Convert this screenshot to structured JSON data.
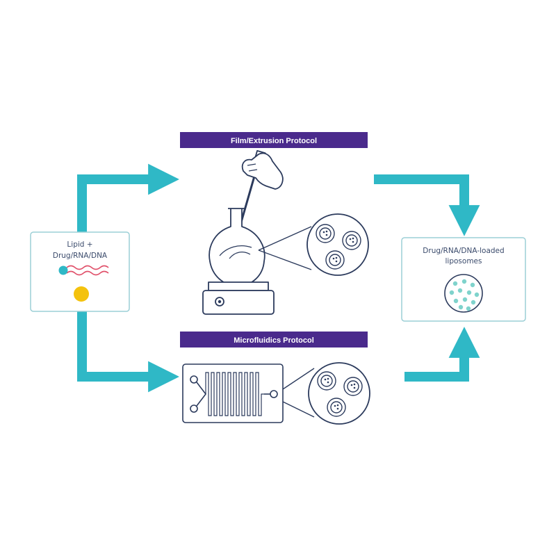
{
  "diagram": {
    "input": {
      "line1": "Lipid +",
      "line2": "Drug/RNA/DNA"
    },
    "protocols": {
      "film": "Film/Extrusion Protocol",
      "microfluidics": "Microfluidics Protocol"
    },
    "output": {
      "line1": "Drug/RNA/DNA-loaded",
      "line2": "liposomes"
    }
  },
  "colors": {
    "arrow": "#2fb8c6",
    "banner": "#4a2a8c",
    "outline": "#2b3a5c",
    "box_border": "#9ccfd6",
    "lipid_tail": "#e0506a",
    "lipid_head": "#2fb8c6",
    "drug_dot": "#f4c20d",
    "liposome_dot": "#7fd3cc"
  }
}
